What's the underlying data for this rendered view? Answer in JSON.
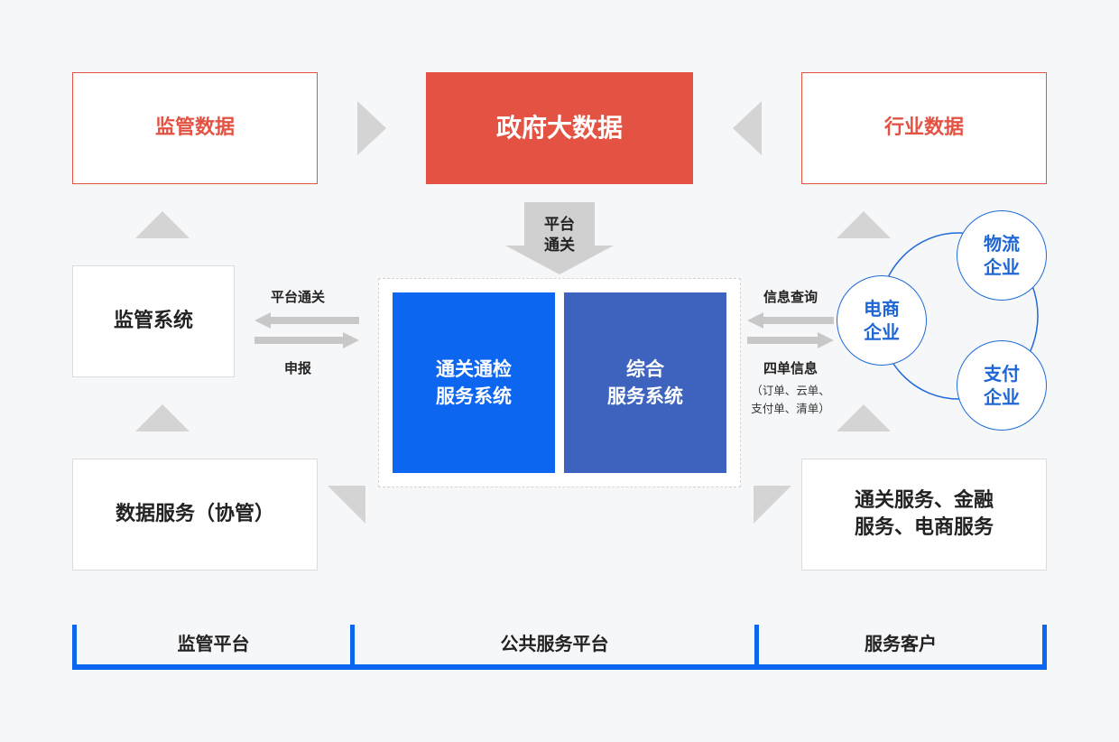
{
  "top": {
    "left": "监管数据",
    "center": "政府大数据",
    "right": "行业数据"
  },
  "arrow_down_label": "平台\n通关",
  "left_column": {
    "system": "监管系统",
    "data_service": "数据服务（协管）"
  },
  "left_arrows": {
    "top_label": "平台通关",
    "bottom_label": "申报"
  },
  "center_systems": {
    "customs": "通关通检\n服务系统",
    "integrated": "综合\n服务系统"
  },
  "right_arrows": {
    "top_label": "信息查询",
    "bottom_label": "四单信息",
    "bottom_note": "（订单、云单、\n支付单、清单）"
  },
  "circles": {
    "ecommerce": "电商\n企业",
    "logistics": "物流\n企业",
    "payment": "支付\n企业"
  },
  "right_services": "通关服务、金融\n服务、电商服务",
  "footer": [
    "监管平台",
    "公共服务平台",
    "服务客户"
  ],
  "colors": {
    "red": "#e35242",
    "blue": "#0d66ef",
    "blue2": "#3d63bf",
    "footer_blue": "#0d66ef",
    "gray_arrow": "#d0d0d0"
  }
}
